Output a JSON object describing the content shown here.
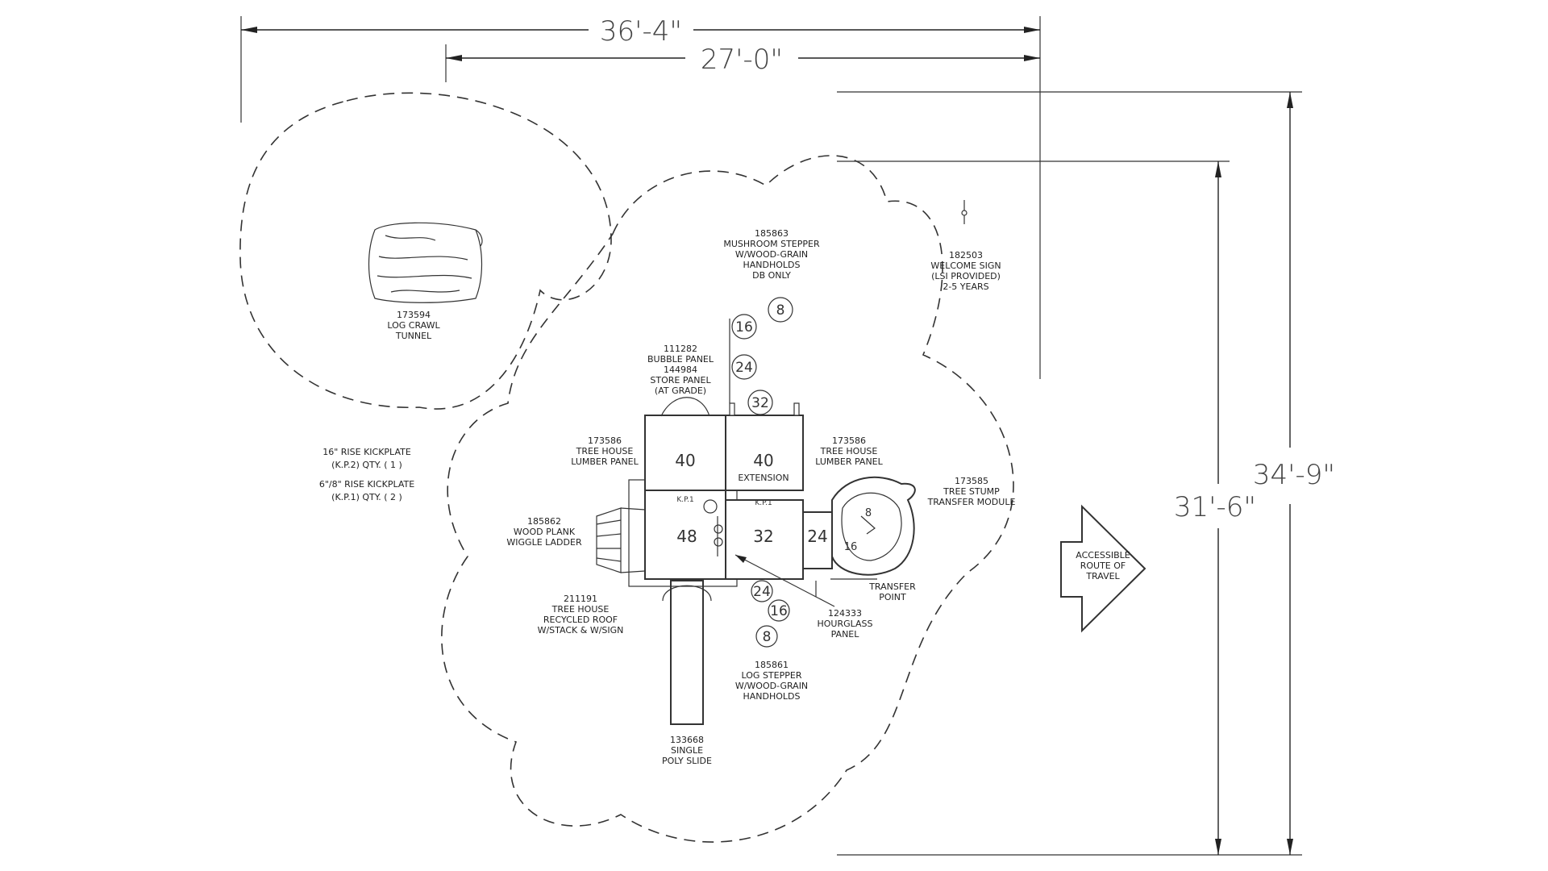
{
  "dimensions": {
    "overall_width": "36'-4\"",
    "inner_width": "27'-0\"",
    "overall_depth": "34'-9\"",
    "inner_depth": "31'-6\""
  },
  "decks": {
    "d40a": "40",
    "d40b": "40",
    "d40b_sub": "EXTENSION",
    "d48": "48",
    "d32": "32",
    "d24": "24",
    "kp1_left": "K.P.1",
    "kp1_right": "K.P.1"
  },
  "steppers": {
    "s8_top": "8",
    "s16_top": "16",
    "s24_top": "24",
    "s32_top": "32",
    "s24_bot": "24",
    "s16_bot": "16",
    "s8_bot": "8"
  },
  "stump": {
    "num8": "8",
    "num16": "16"
  },
  "labels": {
    "log_crawl": [
      "173594",
      "LOG CRAWL",
      "TUNNEL"
    ],
    "mushroom": [
      "185863",
      "MUSHROOM STEPPER",
      "W/WOOD-GRAIN",
      "HANDHOLDS",
      "DB ONLY"
    ],
    "welcome": [
      "182503",
      "WELCOME SIGN",
      "(LSI PROVIDED)",
      "2-5 YEARS"
    ],
    "bubble": [
      "111282",
      "BUBBLE PANEL",
      "144984",
      "STORE PANEL",
      "(AT GRADE)"
    ],
    "lumber_left": [
      "173586",
      "TREE HOUSE",
      "LUMBER PANEL"
    ],
    "lumber_right": [
      "173586",
      "TREE HOUSE",
      "LUMBER PANEL"
    ],
    "kickplate": [
      "16\" RISE KICKPLATE",
      "(K.P.2) QTY. ( 1 )",
      "6\"/8\" RISE KICKPLATE",
      "(K.P.1) QTY. ( 2 )"
    ],
    "tree_stump": [
      "173585",
      "TREE STUMP",
      "TRANSFER MODULE"
    ],
    "wiggle": [
      "185862",
      "WOOD PLANK",
      "WIGGLE LADDER"
    ],
    "roof": [
      "211191",
      "TREE HOUSE",
      "RECYCLED ROOF",
      "W/STACK & W/SIGN"
    ],
    "transfer_point": [
      "TRANSFER",
      "POINT"
    ],
    "hourglass": [
      "124333",
      "HOURGLASS",
      "PANEL"
    ],
    "log_stepper": [
      "185861",
      "LOG STEPPER",
      "W/WOOD-GRAIN",
      "HANDHOLDS"
    ],
    "slide": [
      "133668",
      "SINGLE",
      "POLY SLIDE"
    ],
    "accessible": [
      "ACCESSIBLE",
      "ROUTE OF",
      "TRAVEL"
    ]
  }
}
